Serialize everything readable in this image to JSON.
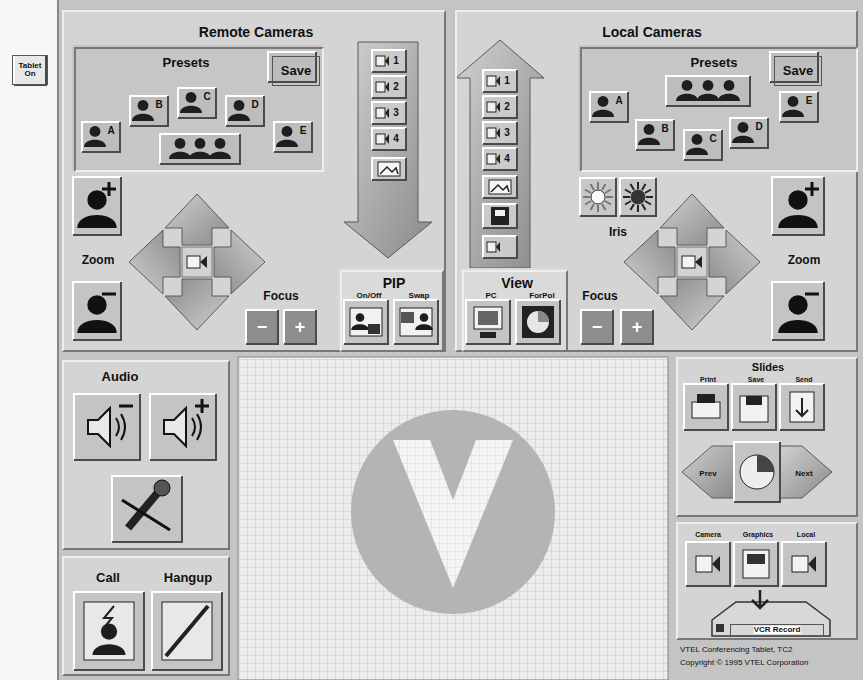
{
  "diagram": {
    "nodes": [
      {
        "text": [
          "Tablet On"
        ]
      },
      {
        "text": [
          "Remote Cameras"
        ]
      },
      {
        "text": [
          "Presets"
        ],
        "in": 1
      },
      {
        "text": [
          "Save"
        ],
        "in": 2
      },
      {
        "text": [
          "PIP",
          "On/Off",
          "Swap"
        ],
        "in": 1
      },
      {
        "text": [
          "Local Cameras"
        ]
      },
      {
        "text": [
          "Presets"
        ],
        "in": 5
      },
      {
        "text": [
          "Save"
        ],
        "in": 6
      },
      {
        "text": [
          "View",
          "PC",
          "ForPol"
        ],
        "in": 5
      },
      {
        "text": [
          "Audio"
        ]
      },
      {
        "text": [
          "Call",
          "Hangup"
        ]
      },
      {
        "text": [
          "Slides",
          "Print",
          "Save",
          "Send",
          "Prev",
          "Next"
        ]
      },
      {
        "text": [
          "Camera",
          "Graphics",
          "Local"
        ]
      },
      {
        "text": [
          "VCR Record"
        ],
        "in": 12
      }
    ],
    "labels": [
      "A",
      "B",
      "C",
      "D",
      "E",
      "1",
      "2",
      "3",
      "4",
      "Zoom",
      "Focus",
      "−",
      "+",
      "A",
      "B",
      "C",
      "D",
      "E",
      "1",
      "2",
      "3",
      "4",
      "Iris",
      "Zoom",
      "Focus",
      "−",
      "+",
      "VTEL Conferencing Tablet, TC2",
      "Copyright © 1995 VTEL Corporation"
    ]
  }
}
